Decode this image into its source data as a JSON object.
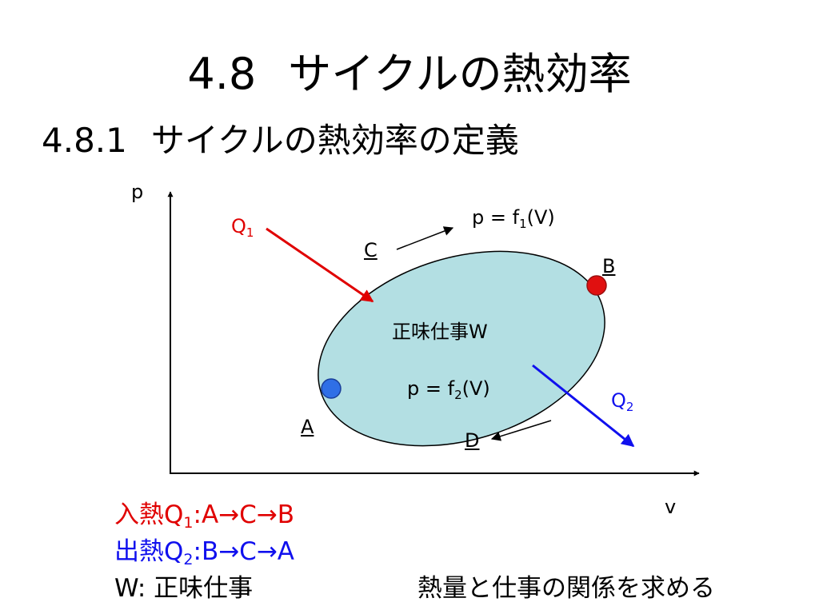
{
  "title": {
    "number": "4.8",
    "text": "サイクルの熱効率"
  },
  "subtitle": {
    "number": "4.8.1",
    "text": "サイクルの熱効率の定義"
  },
  "diagram": {
    "axis_p": "p",
    "axis_v": "v",
    "point_a": "A",
    "point_b": "B",
    "point_c": "C",
    "point_d": "D",
    "upper_curve": {
      "base": "p = f",
      "sub": "1",
      "tail": "(V)"
    },
    "lower_curve": {
      "base": "p = f",
      "sub": "2",
      "tail": "(V)"
    },
    "heat_in": {
      "base": "Q",
      "sub": "1"
    },
    "heat_out": {
      "base": "Q",
      "sub": "2"
    },
    "work_label": "正味仕事W",
    "colors": {
      "heat_in": "#e00000",
      "heat_out": "#1010ee",
      "cycle_fill": "#b3dfe3",
      "point_a": "#2f6fe6",
      "point_b": "#e01010"
    }
  },
  "legend": {
    "heat_in": {
      "prefix": "入熱Q",
      "sub": "1",
      "text": ":A→C→B"
    },
    "heat_out": {
      "prefix": "出熱Q",
      "sub": "2",
      "text": ":B→C→A"
    },
    "work": "W: 正味仕事"
  },
  "note": "熱量と仕事の関係を求める"
}
